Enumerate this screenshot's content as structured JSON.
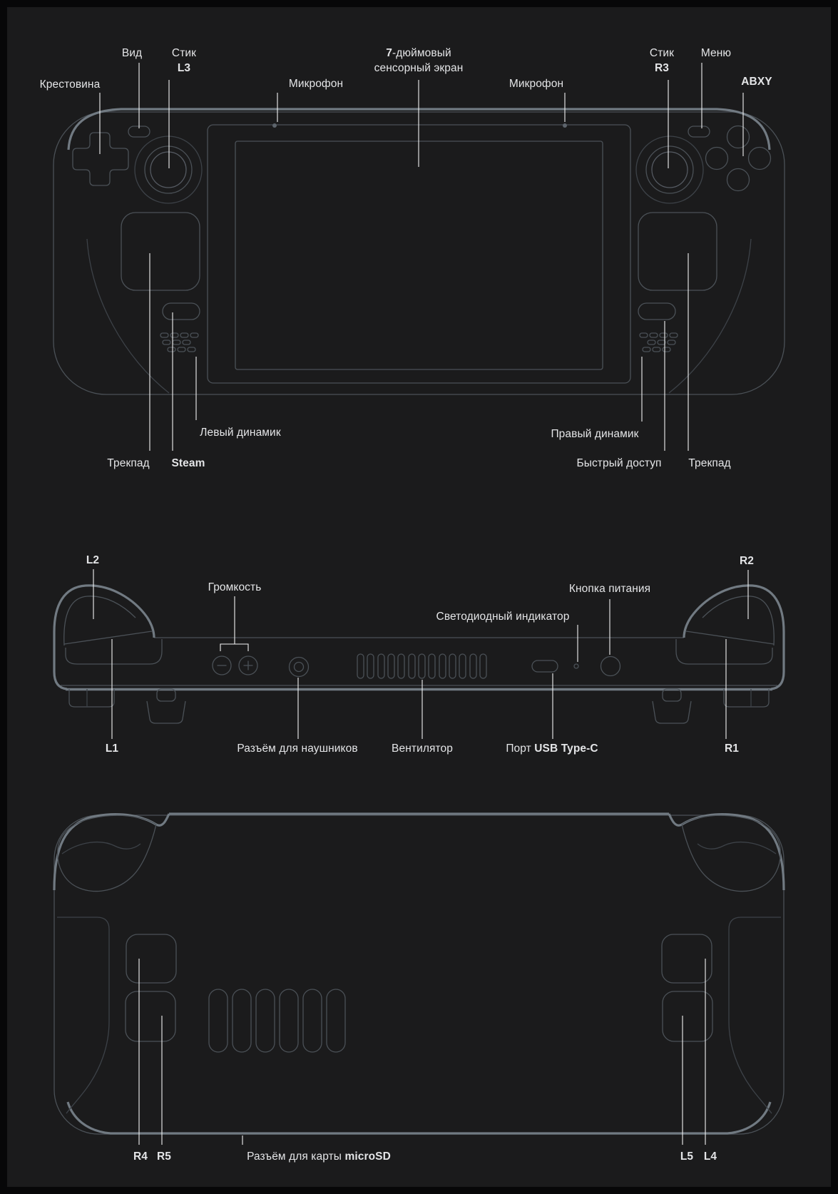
{
  "colors": {
    "background_border": "#070708",
    "background_panel": "#1b1b1c",
    "outline": "#4b5157",
    "outline_dim": "#3d4248",
    "edge_accent": "#717a82",
    "leader_line": "#f2f2f2",
    "label_text": "#e4e5e7"
  },
  "front": {
    "labels": {
      "dpad": "Крестовина",
      "view": "Вид",
      "stick_left_top": "Стик",
      "stick_left_bottom": "L3",
      "mic_left": "Микрофон",
      "screen_bold": "7",
      "screen_rest": "-дюймовый",
      "screen_line2": "сенсорный экран",
      "mic_right": "Микрофон",
      "stick_right_top": "Стик",
      "stick_right_bottom": "R3",
      "menu": "Меню",
      "abxy": "ABXY",
      "speaker_left": "Левый динамик",
      "trackpad_left": "Трекпад",
      "steam": "Steam",
      "speaker_right": "Правый динамик",
      "quick_access": "Быстрый доступ",
      "trackpad_right": "Трекпад"
    }
  },
  "top_edge": {
    "labels": {
      "l2": "L2",
      "r2": "R2",
      "volume": "Громкость",
      "power": "Кнопка питания",
      "led": "Светодиодный индикатор",
      "l1": "L1",
      "headphone": "Разъём для наушников",
      "fan": "Вентилятор",
      "usb_prefix": "Порт ",
      "usb_bold": "USB Type-C",
      "r1": "R1"
    }
  },
  "back": {
    "labels": {
      "r4": "R4",
      "r5": "R5",
      "microsd_prefix": "Разъём для карты ",
      "microsd_bold": "microSD",
      "l5": "L5",
      "l4": "L4"
    }
  }
}
